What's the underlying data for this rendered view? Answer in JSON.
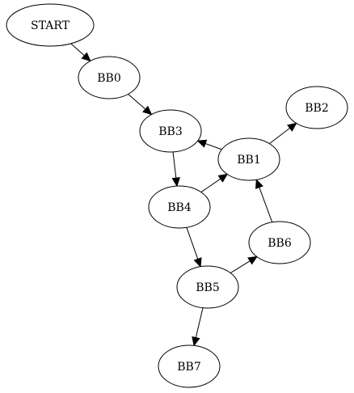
{
  "graph": {
    "nodes": [
      {
        "id": "START",
        "label": "START"
      },
      {
        "id": "BB0",
        "label": "BB0"
      },
      {
        "id": "BB3",
        "label": "BB3"
      },
      {
        "id": "BB1",
        "label": "BB1"
      },
      {
        "id": "BB2",
        "label": "BB2"
      },
      {
        "id": "BB4",
        "label": "BB4"
      },
      {
        "id": "BB6",
        "label": "BB6"
      },
      {
        "id": "BB5",
        "label": "BB5"
      },
      {
        "id": "BB7",
        "label": "BB7"
      }
    ],
    "edges": [
      {
        "from": "START",
        "to": "BB0"
      },
      {
        "from": "BB0",
        "to": "BB3"
      },
      {
        "from": "BB1",
        "to": "BB3"
      },
      {
        "from": "BB1",
        "to": "BB2"
      },
      {
        "from": "BB3",
        "to": "BB4"
      },
      {
        "from": "BB4",
        "to": "BB1"
      },
      {
        "from": "BB6",
        "to": "BB1"
      },
      {
        "from": "BB4",
        "to": "BB5"
      },
      {
        "from": "BB5",
        "to": "BB6"
      },
      {
        "from": "BB5",
        "to": "BB7"
      }
    ]
  }
}
